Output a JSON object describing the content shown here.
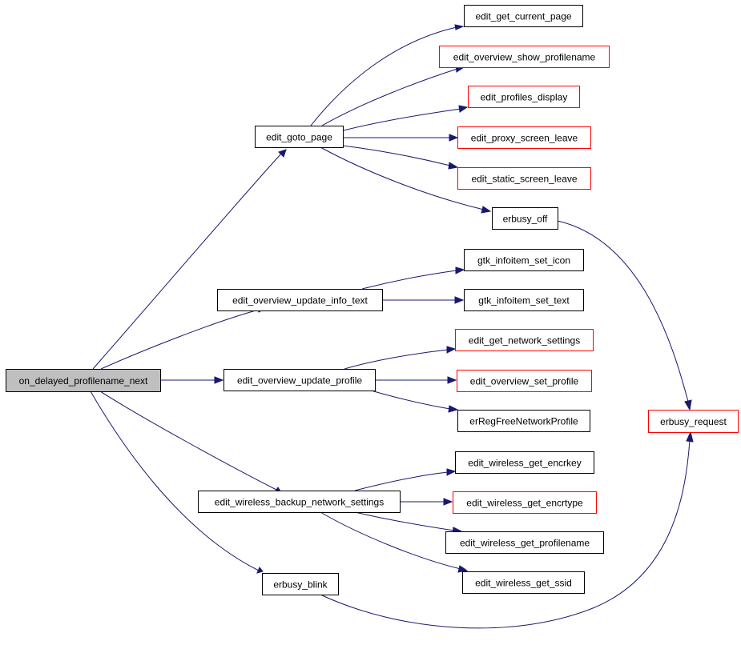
{
  "graph": {
    "colors": {
      "edge": "#191970",
      "root_fill": "#bfbfbf",
      "node_fill": "#ffffff",
      "border_documented": "#000000",
      "border_undocumented": "#ff0000"
    },
    "nodes": [
      {
        "id": "on_delayed_profilename_next",
        "label": "on_delayed_profilename_next",
        "style": "root"
      },
      {
        "id": "edit_goto_page",
        "label": "edit_goto_page",
        "style": "black"
      },
      {
        "id": "edit_get_current_page",
        "label": "edit_get_current_page",
        "style": "black"
      },
      {
        "id": "edit_overview_show_profilename",
        "label": "edit_overview_show_profilename",
        "style": "red"
      },
      {
        "id": "edit_profiles_display",
        "label": "edit_profiles_display",
        "style": "red"
      },
      {
        "id": "edit_proxy_screen_leave",
        "label": "edit_proxy_screen_leave",
        "style": "red"
      },
      {
        "id": "edit_static_screen_leave",
        "label": "edit_static_screen_leave",
        "style": "red"
      },
      {
        "id": "erbusy_off",
        "label": "erbusy_off",
        "style": "black"
      },
      {
        "id": "erbusy_request",
        "label": "erbusy_request",
        "style": "red"
      },
      {
        "id": "edit_overview_update_info_text",
        "label": "edit_overview_update_info_text",
        "style": "black"
      },
      {
        "id": "gtk_infoitem_set_icon",
        "label": "gtk_infoitem_set_icon",
        "style": "black"
      },
      {
        "id": "gtk_infoitem_set_text",
        "label": "gtk_infoitem_set_text",
        "style": "black"
      },
      {
        "id": "edit_overview_update_profile",
        "label": "edit_overview_update_profile",
        "style": "black"
      },
      {
        "id": "edit_get_network_settings",
        "label": "edit_get_network_settings",
        "style": "red"
      },
      {
        "id": "edit_overview_set_profile",
        "label": "edit_overview_set_profile",
        "style": "red"
      },
      {
        "id": "erRegFreeNetworkProfile",
        "label": "erRegFreeNetworkProfile",
        "style": "black"
      },
      {
        "id": "edit_wireless_backup_network_settings",
        "label": "edit_wireless_backup_network_settings",
        "style": "black"
      },
      {
        "id": "edit_wireless_get_encrkey",
        "label": "edit_wireless_get_encrkey",
        "style": "black"
      },
      {
        "id": "edit_wireless_get_encrtype",
        "label": "edit_wireless_get_encrtype",
        "style": "red"
      },
      {
        "id": "edit_wireless_get_profilename",
        "label": "edit_wireless_get_profilename",
        "style": "black"
      },
      {
        "id": "edit_wireless_get_ssid",
        "label": "edit_wireless_get_ssid",
        "style": "black"
      },
      {
        "id": "erbusy_blink",
        "label": "erbusy_blink",
        "style": "black"
      }
    ],
    "edges": [
      {
        "from": "on_delayed_profilename_next",
        "to": "edit_goto_page"
      },
      {
        "from": "on_delayed_profilename_next",
        "to": "edit_overview_update_info_text"
      },
      {
        "from": "on_delayed_profilename_next",
        "to": "edit_overview_update_profile"
      },
      {
        "from": "on_delayed_profilename_next",
        "to": "edit_wireless_backup_network_settings"
      },
      {
        "from": "on_delayed_profilename_next",
        "to": "erbusy_blink"
      },
      {
        "from": "edit_goto_page",
        "to": "edit_get_current_page"
      },
      {
        "from": "edit_goto_page",
        "to": "edit_overview_show_profilename"
      },
      {
        "from": "edit_goto_page",
        "to": "edit_profiles_display"
      },
      {
        "from": "edit_goto_page",
        "to": "edit_proxy_screen_leave"
      },
      {
        "from": "edit_goto_page",
        "to": "edit_static_screen_leave"
      },
      {
        "from": "edit_goto_page",
        "to": "erbusy_off"
      },
      {
        "from": "erbusy_off",
        "to": "erbusy_request"
      },
      {
        "from": "edit_overview_update_info_text",
        "to": "gtk_infoitem_set_icon"
      },
      {
        "from": "edit_overview_update_info_text",
        "to": "gtk_infoitem_set_text"
      },
      {
        "from": "edit_overview_update_profile",
        "to": "edit_get_network_settings"
      },
      {
        "from": "edit_overview_update_profile",
        "to": "edit_overview_set_profile"
      },
      {
        "from": "edit_overview_update_profile",
        "to": "erRegFreeNetworkProfile"
      },
      {
        "from": "edit_wireless_backup_network_settings",
        "to": "edit_wireless_get_encrkey"
      },
      {
        "from": "edit_wireless_backup_network_settings",
        "to": "edit_wireless_get_encrtype"
      },
      {
        "from": "edit_wireless_backup_network_settings",
        "to": "edit_wireless_get_profilename"
      },
      {
        "from": "edit_wireless_backup_network_settings",
        "to": "edit_wireless_get_ssid"
      },
      {
        "from": "erbusy_blink",
        "to": "erbusy_request"
      }
    ]
  }
}
